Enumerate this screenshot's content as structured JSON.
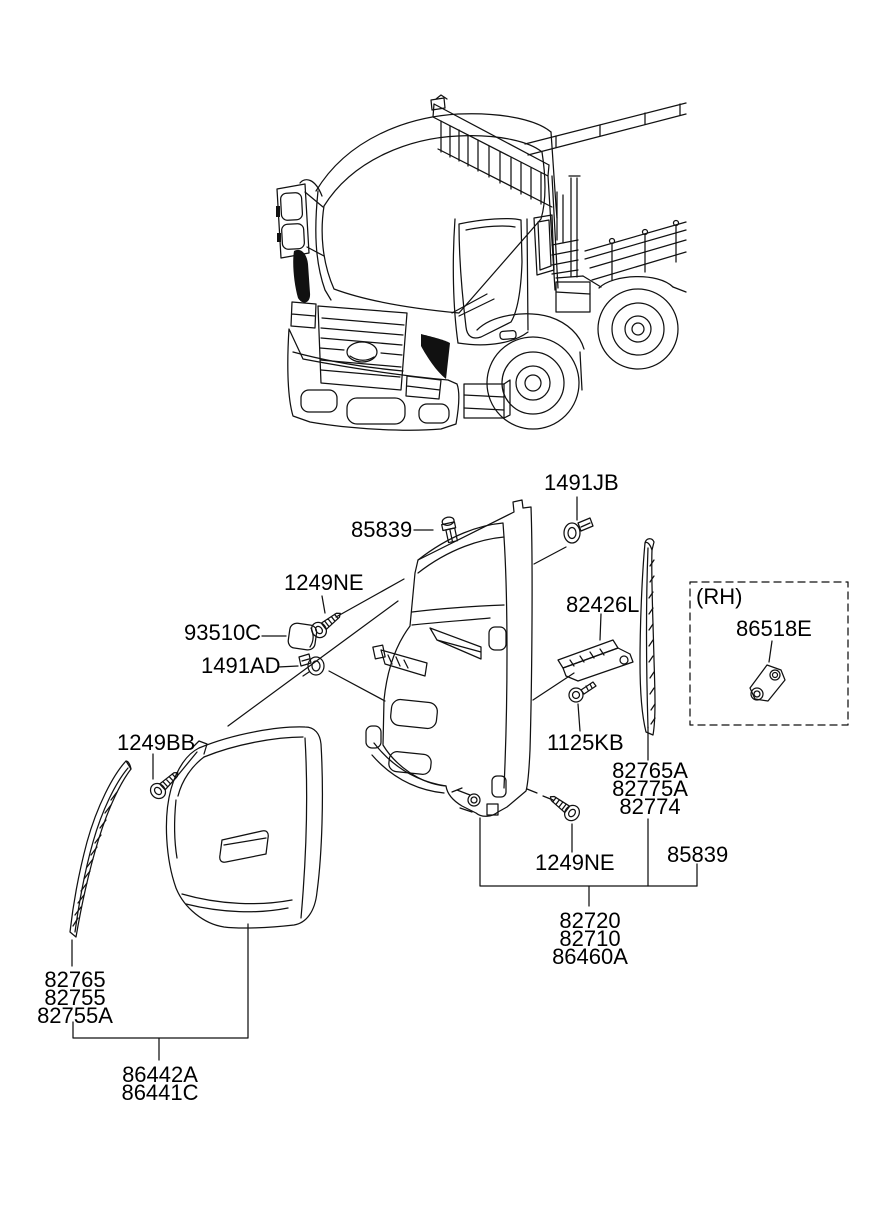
{
  "page": {
    "background_color": "#ffffff",
    "line_color": "#111111"
  },
  "diagram": {
    "kind": "vehicle-body-side-trim-parts-diagram",
    "vehicle_view": "cab-over truck with stake bed, front-left line drawing",
    "callouts": {
      "clip_top": "85839",
      "clip_top_right": "1491JB",
      "screw_upper": "1249NE",
      "cap": "93510C",
      "clip_mid": "1491AD",
      "guide_bracket": "82426L",
      "bolt": "1125KB",
      "rh_side": "(RH)",
      "rh_part": "86518E",
      "strip_screw": "1249BB",
      "clip_lower": "85839",
      "screw_lower": "1249NE"
    },
    "stacks": {
      "right_strip": [
        "82765A",
        "82775A",
        "82774"
      ],
      "center_assembly": [
        "82720",
        "82710",
        "86460A"
      ],
      "left_strip": [
        "82765",
        "82755",
        "82755A"
      ],
      "left_panel": [
        "86442A",
        "86441C"
      ]
    }
  }
}
